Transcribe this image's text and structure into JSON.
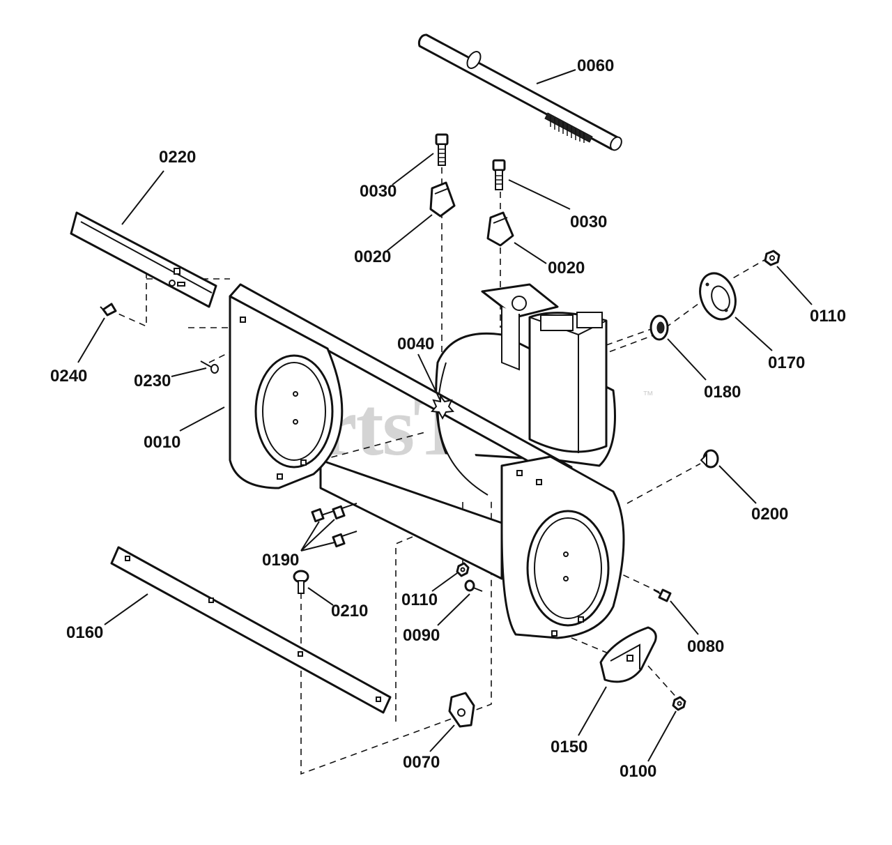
{
  "watermark": {
    "text": "PartsTree",
    "trademark": "™"
  },
  "callouts": [
    {
      "id": "0060",
      "text": "0060"
    },
    {
      "id": "0220",
      "text": "0220"
    },
    {
      "id": "0030a",
      "text": "0030"
    },
    {
      "id": "0030b",
      "text": "0030"
    },
    {
      "id": "0020a",
      "text": "0020"
    },
    {
      "id": "0020b",
      "text": "0020"
    },
    {
      "id": "0110a",
      "text": "0110"
    },
    {
      "id": "0240",
      "text": "0240"
    },
    {
      "id": "0230",
      "text": "0230"
    },
    {
      "id": "0040",
      "text": "0040"
    },
    {
      "id": "0170",
      "text": "0170"
    },
    {
      "id": "0180",
      "text": "0180"
    },
    {
      "id": "0010",
      "text": "0010"
    },
    {
      "id": "0200",
      "text": "0200"
    },
    {
      "id": "0190",
      "text": "0190"
    },
    {
      "id": "0110b",
      "text": "0110"
    },
    {
      "id": "0210",
      "text": "0210"
    },
    {
      "id": "0090",
      "text": "0090"
    },
    {
      "id": "0160",
      "text": "0160"
    },
    {
      "id": "0080",
      "text": "0080"
    },
    {
      "id": "0150",
      "text": "0150"
    },
    {
      "id": "0070",
      "text": "0070"
    },
    {
      "id": "0100",
      "text": "0100"
    }
  ]
}
